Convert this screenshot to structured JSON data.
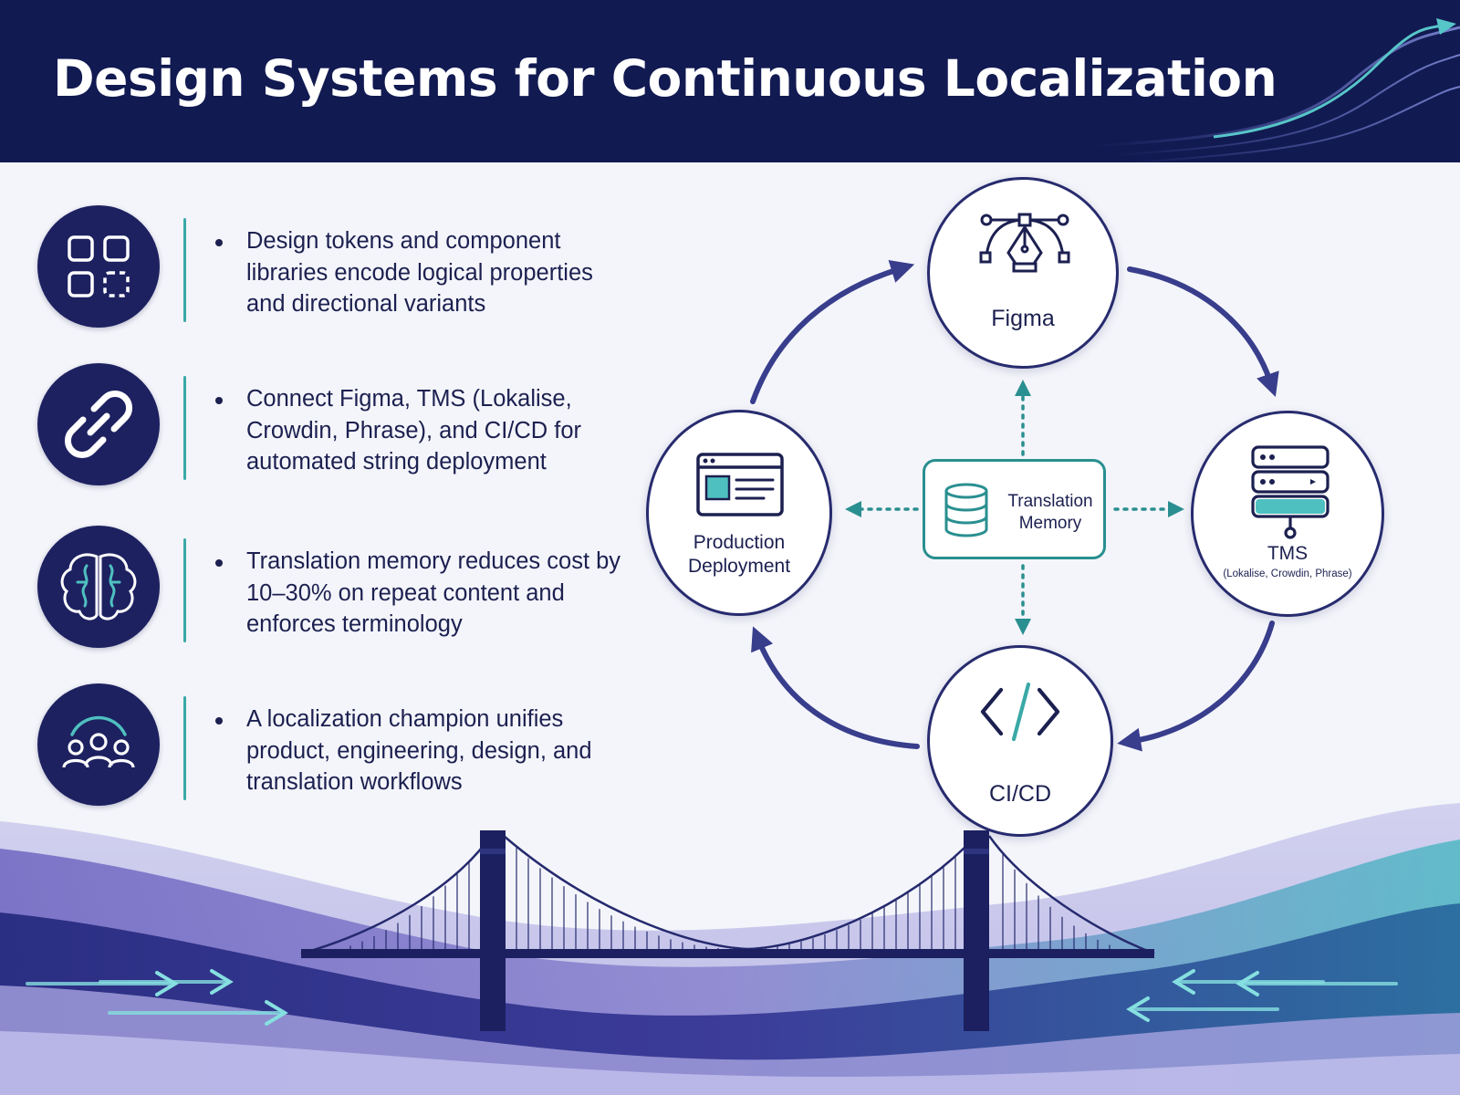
{
  "title": "Design Systems for Continuous Localization",
  "bullets": [
    {
      "icon": "component-grid-icon",
      "text": "Design tokens and component libraries encode logical properties and directional variants"
    },
    {
      "icon": "link-icon",
      "text": "Connect Figma, TMS (Lokalise, Crowdin, Phrase), and CI/CD for automated string deployment"
    },
    {
      "icon": "brain-icon",
      "text": "Translation memory reduces cost by 10–30% on repeat content and enforces terminology"
    },
    {
      "icon": "team-icon",
      "text": "A localization champion unifies product, engineering, design, and translation workflows"
    }
  ],
  "cycle": {
    "figma": {
      "label": "Figma",
      "icon": "pen-tool-icon"
    },
    "tms": {
      "label": "TMS",
      "sublabel": "(Lokalise, Crowdin, Phrase)",
      "icon": "server-icon"
    },
    "cicd": {
      "label": "CI/CD",
      "icon": "code-icon"
    },
    "deploy": {
      "label": "Production Deployment",
      "icon": "browser-window-icon"
    },
    "memory": {
      "label": "Translation Memory",
      "icon": "database-icon"
    }
  },
  "colors": {
    "navy": "#121a52",
    "badge": "#1d2160",
    "teal": "#3aa9a7",
    "node_border": "#272b6e",
    "arrow": "#383d8c"
  }
}
